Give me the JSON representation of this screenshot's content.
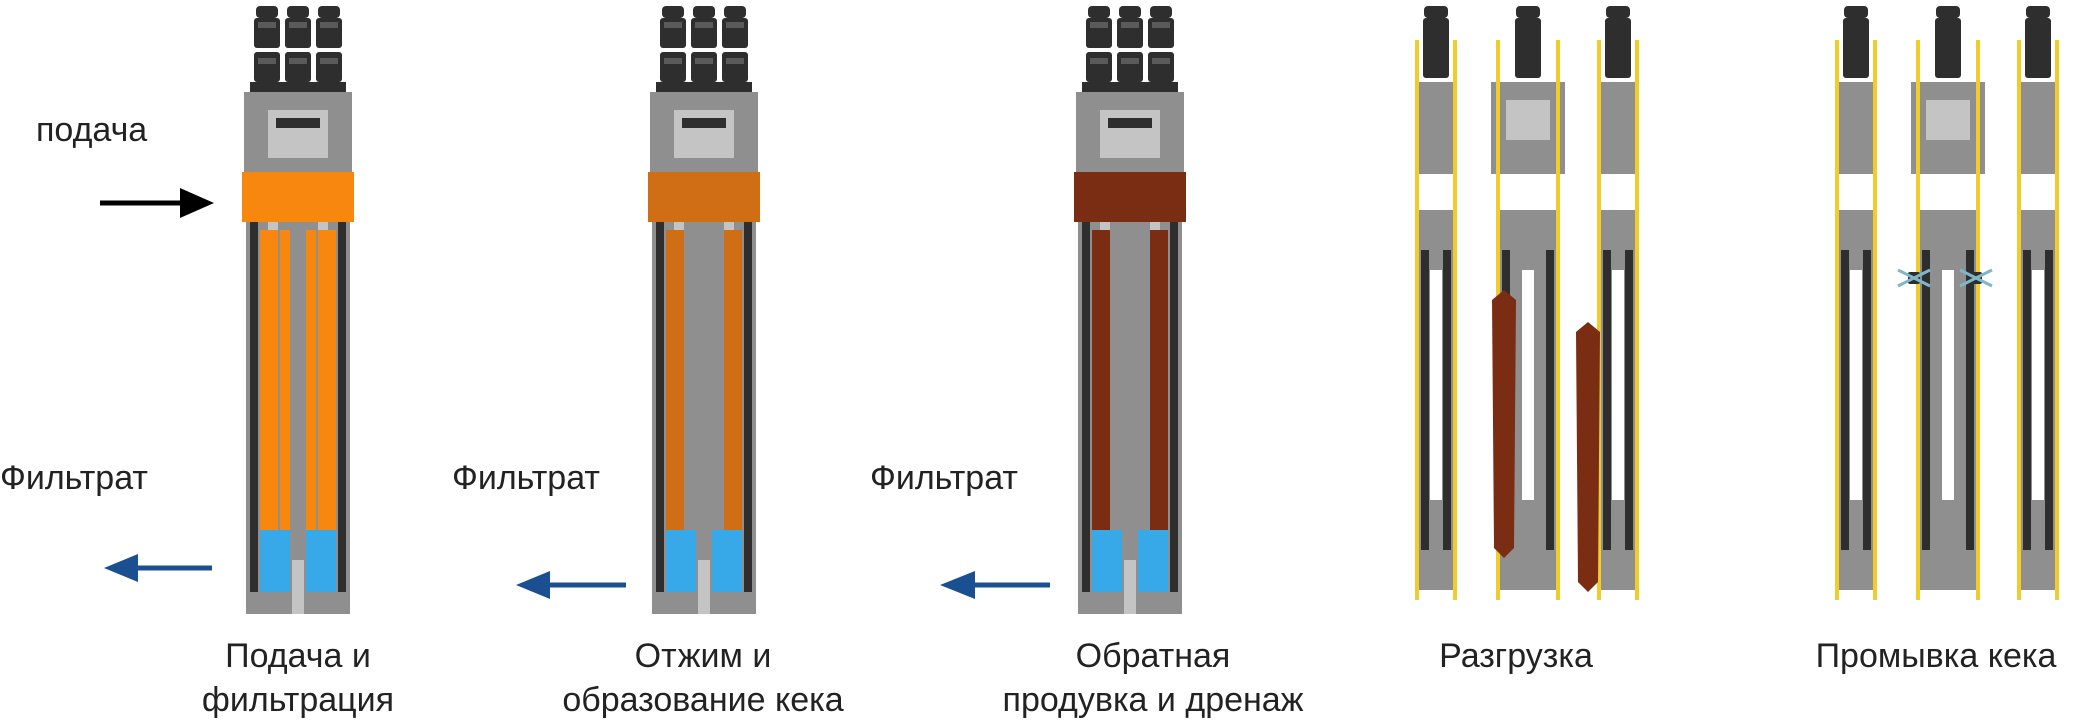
{
  "labels": {
    "feed": "подача",
    "filtrate_1": "Фильтрат",
    "filtrate_2": "Фильтрат",
    "filtrate_3": "Фильтрат"
  },
  "stages": [
    {
      "id": "feed-filtration",
      "caption_lines": [
        "Подача и",
        "фильтрация"
      ]
    },
    {
      "id": "squeeze-cake",
      "caption_lines": [
        "Отжим и",
        "образование кека"
      ]
    },
    {
      "id": "blowback-drain",
      "caption_lines": [
        "Обратная",
        "продувка и дренаж"
      ]
    },
    {
      "id": "discharge",
      "caption_lines": [
        "Разгрузка"
      ]
    },
    {
      "id": "cake-wash",
      "caption_lines": [
        "Промывка кека"
      ]
    }
  ],
  "colors": {
    "plate_gray": "#8f8f8f",
    "plate_light": "#c4c4c4",
    "plate_dark": "#2e2e2e",
    "feed_orange": "#f7870f",
    "squeeze_orange": "#cf6e14",
    "blowback_brown": "#7a2d12",
    "filtrate_blue": "#37a9e8",
    "cloth_yellow": "#f2cc29",
    "arrow_black": "#000000",
    "arrow_blue": "#1a4f91"
  },
  "icons": [
    "arrow-right-icon",
    "arrow-left-icon",
    "spray-nozzle-icon"
  ]
}
